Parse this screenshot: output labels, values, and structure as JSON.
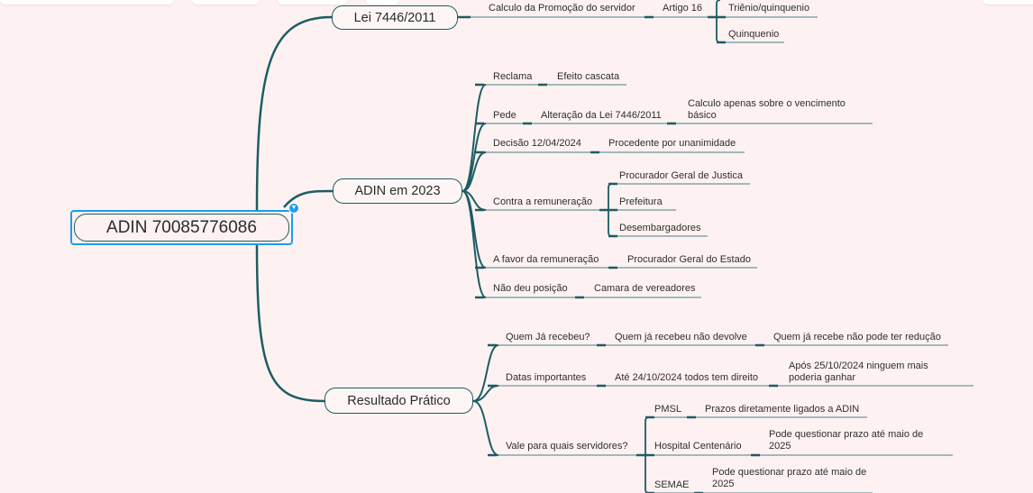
{
  "root": {
    "label": "ADIN 70085776086"
  },
  "branches": [
    {
      "label": "Lei 7446/2011"
    },
    {
      "label": "ADIN em 2023"
    },
    {
      "label": "Resultado Prático"
    }
  ],
  "lei": {
    "calculo": "Calculo da Promoção do servidor",
    "artigo": "Artigo 16",
    "trienio": "Triênio/quinquenio",
    "quinquenio": "Quinquenio"
  },
  "adin": {
    "reclama": "Reclama",
    "efeito": "Efeito cascata",
    "pede": "Pede",
    "alteracao": "Alteração da Lei 7446/2011",
    "calculo_apenas": "Calculo apenas sobre o vencimento básico",
    "decisao": "Decisão 12/04/2024",
    "procedente": "Procedente por unanimidade",
    "contra": "Contra a remuneração",
    "pgj": "Procurador Geral de Justica",
    "prefeitura": "Prefeitura",
    "desembargadores": "Desembargadores",
    "afavor": "A favor da remuneração",
    "pge": "Procurador Geral do Estado",
    "naodeu": "Não deu posição",
    "camara": "Camara de vereadores"
  },
  "resultado": {
    "quem": "Quem Já recebeu?",
    "nao_devolve": "Quem já recebeu não devolve",
    "reducao": "Quem já recebe não pode ter redução",
    "datas": "Datas importantes",
    "ate": "Até 24/10/2024 todos tem direito",
    "apos": "Após 25/10/2024 ninguem mais poderia ganhar",
    "vale": "Vale para quais servidores?",
    "pmsl": "PMSL",
    "prazos": "Prazos diretamente ligados a ADIN",
    "hospital": "Hospital Centenário",
    "hospital_prazo": "Pode questionar prazo até maio de 2025",
    "semae": "SEMAE",
    "semae_prazo": "Pode questionar prazo até maio de 2025"
  },
  "colors": {
    "line": "#1d5c63",
    "thin": "#6c979b",
    "selection": "#1e9bf0",
    "background": "#fdf2f1"
  }
}
